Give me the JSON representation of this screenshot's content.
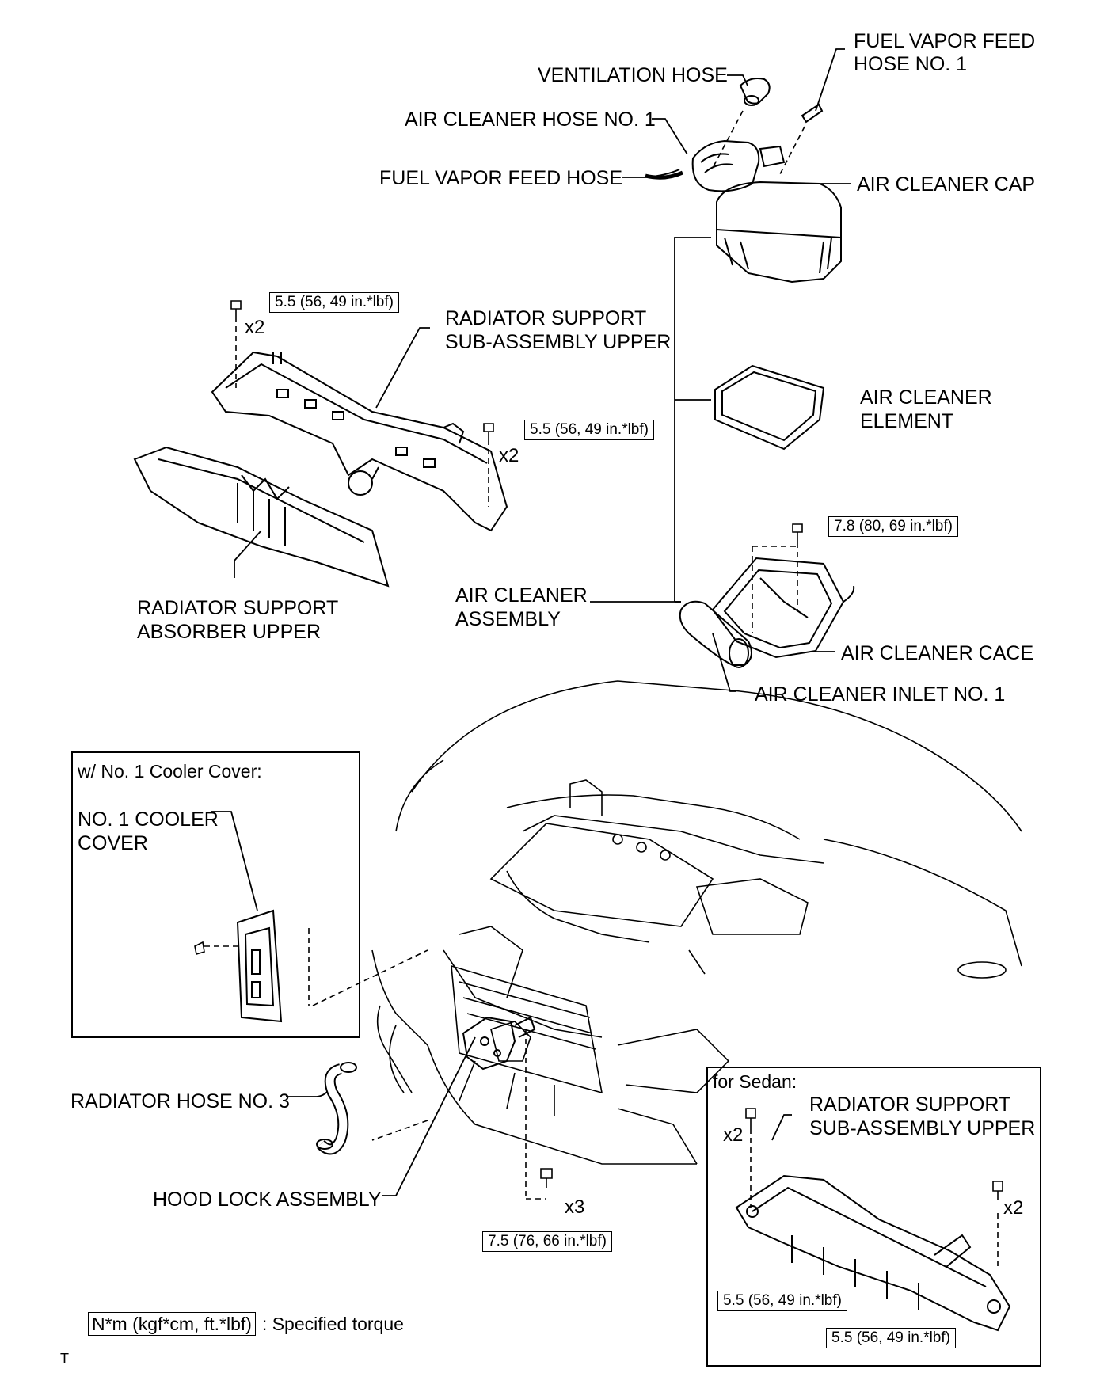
{
  "labels": {
    "ventilation_hose": "VENTILATION HOSE",
    "fuel_vapor_feed_hose_no1_line1": "FUEL VAPOR FEED",
    "fuel_vapor_feed_hose_no1_line2": "HOSE NO. 1",
    "air_cleaner_hose_no1": "AIR CLEANER HOSE NO. 1",
    "fuel_vapor_feed_hose": "FUEL VAPOR FEED HOSE",
    "air_cleaner_cap": "AIR CLEANER CAP",
    "radiator_support_upper_line1": "RADIATOR SUPPORT",
    "radiator_support_upper_line2": "SUB-ASSEMBLY UPPER",
    "air_cleaner_element_line1": "AIR CLEANER",
    "air_cleaner_element_line2": "ELEMENT",
    "radiator_support_absorber_line1": "RADIATOR SUPPORT",
    "radiator_support_absorber_line2": "ABSORBER UPPER",
    "air_cleaner_assembly_line1": "AIR CLEANER",
    "air_cleaner_assembly_line2": "ASSEMBLY",
    "air_cleaner_case": "AIR CLEANER CACE",
    "air_cleaner_inlet_no1": "AIR CLEANER INLET NO. 1",
    "radiator_hose_no3": "RADIATOR HOSE NO. 3",
    "hood_lock_assembly": "HOOD LOCK ASSEMBLY",
    "no1_cooler_cover_line1": "NO. 1 COOLER",
    "no1_cooler_cover_line2": "COVER",
    "sedan_radiator_support_line1": "RADIATOR SUPPORT",
    "sedan_radiator_support_line2": "SUB-ASSEMBLY UPPER"
  },
  "torques": {
    "rad_support_left": "5.5 (56, 49 in.*lbf)",
    "rad_support_right": "5.5 (56, 49 in.*lbf)",
    "air_cleaner_case": "7.8 (80, 69 in.*lbf)",
    "hood_lock": "7.5 (76, 66 in.*lbf)",
    "sedan_left": "5.5 (56, 49 in.*lbf)",
    "sedan_right": "5.5 (56, 49 in.*lbf)"
  },
  "quantities": {
    "rad_support_left": "x2",
    "rad_support_right": "x2",
    "hood_lock": "x3",
    "sedan_left": "x2",
    "sedan_right": "x2"
  },
  "boxes": {
    "cooler_cover_title": "w/ No. 1 Cooler Cover:",
    "sedan_title": "for Sedan:"
  },
  "legend": {
    "unit_box": "N*m (kgf*cm, ft.*lbf)",
    "text": ": Specified torque"
  },
  "footer": {
    "code": "T"
  }
}
